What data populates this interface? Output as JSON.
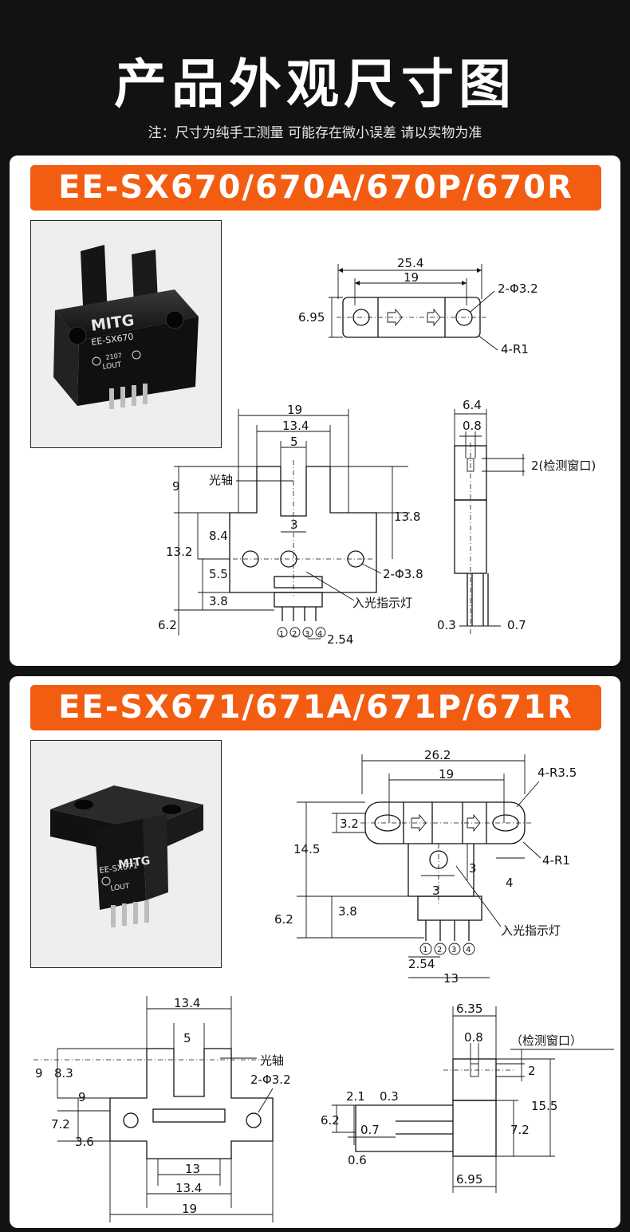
{
  "header": {
    "title": "产品外观尺寸图",
    "note": "注：尺寸为纯手工测量 可能存在微小误差 请以实物为准"
  },
  "colors": {
    "accent": "#f25d12",
    "background": "#121212",
    "panel": "#ffffff"
  },
  "panel1": {
    "model": "EE-SX670/670A/670P/670R",
    "photo": {
      "brand": "MITG",
      "part": "EE-SX670",
      "code": "2107",
      "pin_label": "LOUT"
    },
    "top_view": {
      "overall": "25.4",
      "hole_pitch": "19",
      "height": "6.95",
      "holes": "2-Φ3.2",
      "radius": "4-R1"
    },
    "front_view": {
      "width": "19",
      "slot_outer": "13.4",
      "slot": "5",
      "axis": "光轴",
      "d9": "9",
      "d13_8": "13.8",
      "d8_4": "8.4",
      "d3": "3",
      "d13_2": "13.2",
      "d5_5": "5.5",
      "d3_8": "3.8",
      "d6_2": "6.2",
      "holes": "2-Φ3.8",
      "indicator": "入光指示灯",
      "pitch": "2.54",
      "pins": [
        "1",
        "2",
        "3",
        "4"
      ]
    },
    "side_view": {
      "width": "6.4",
      "window": "0.8",
      "window_h": "2(检测窗口)",
      "d0_3": "0.3",
      "d0_7": "0.7"
    }
  },
  "panel2": {
    "model": "EE-SX671/671A/671P/671R",
    "photo": {
      "brand": "MITG",
      "part": "EE-SX671",
      "pin_label": "LOUT"
    },
    "top_view": {
      "overall": "26.2",
      "hole_pitch": "19",
      "radius_big": "4-R3.5",
      "radius_small": "4-R1",
      "d3_2": "3.2",
      "d14_5": "14.5",
      "d3": "3",
      "d3b": "3",
      "d4": "4",
      "d6_2": "6.2",
      "d3_8": "3.8",
      "indicator": "入光指示灯",
      "pitch": "2.54",
      "d13": "13",
      "pins": [
        "1",
        "2",
        "3",
        "4"
      ]
    },
    "front_view": {
      "slot_outer": "13.4",
      "slot": "5",
      "axis": "光轴",
      "holes": "2-Φ3.2",
      "d9": "9",
      "d8_3": "8.3",
      "d9b": "9",
      "d7_2": "7.2",
      "d3_6": "3.6",
      "d13": "13",
      "d13_4": "13.4",
      "d19": "19"
    },
    "side_view": {
      "width": "6.35",
      "window": "0.8",
      "window_label": "（检测窗口）",
      "d2": "2",
      "d15_5": "15.5",
      "d7_2": "7.2",
      "d2_1": "2.1",
      "d0_3": "0.3",
      "d6_2": "6.2",
      "d0_7": "0.7",
      "d0_6": "0.6",
      "d6_95": "6.95"
    }
  }
}
